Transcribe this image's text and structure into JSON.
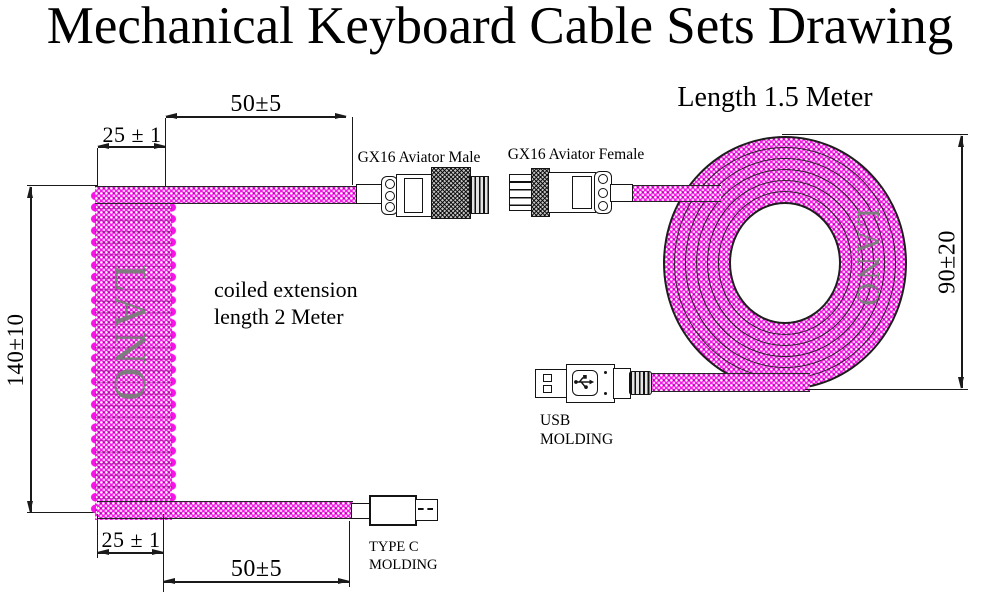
{
  "title": "Mechanical Keyboard Cable Sets Drawing",
  "colors": {
    "cable": "#f513e6",
    "line": "#1a1a1a",
    "brand": "#7d7d7d"
  },
  "left": {
    "dims": {
      "top_outer": "50±5",
      "top_inner": "25 ± 1",
      "height": "140±10",
      "bottom_inner": "25 ± 1",
      "bottom_outer": "50±5"
    },
    "labels": {
      "male_connector": "GX16 Aviator Male",
      "note_line1": "coiled extension",
      "note_line2": "length 2 Meter",
      "typec_line1": "TYPE C",
      "typec_line2": "MOLDING"
    },
    "brand": "LANO"
  },
  "right": {
    "title": "Length 1.5 Meter",
    "dims": {
      "height": "90±20"
    },
    "labels": {
      "female_connector": "GX16 Aviator Female",
      "usb_line1": "USB",
      "usb_line2": "MOLDING"
    },
    "brand": "LANO"
  }
}
